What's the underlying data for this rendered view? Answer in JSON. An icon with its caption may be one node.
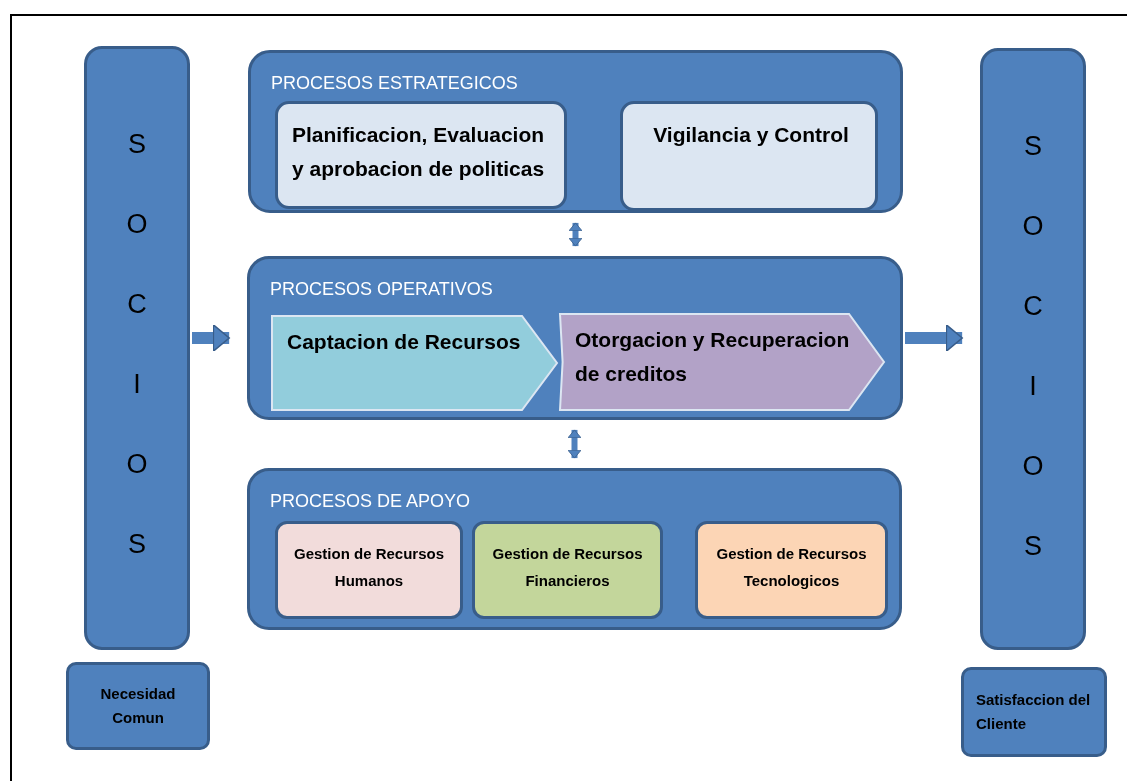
{
  "diagram": {
    "nodes": [
      {
        "text": [
          "S O C I O S"
        ]
      },
      {
        "text": [
          "Necesidad Comun"
        ]
      },
      {
        "text": [
          "PROCESOS ESTRATEGICOS"
        ]
      },
      {
        "text": [
          "Planificacion, Evaluacion y aprobacion de politicas"
        ],
        "in": 2
      },
      {
        "text": [
          "Vigilancia y Control"
        ],
        "in": 2
      },
      {
        "text": [
          "PROCESOS OPERATIVOS"
        ]
      },
      {
        "text": [
          "Captacion de Recursos"
        ],
        "in": 5
      },
      {
        "text": [
          "Otorgacion y Recuperacion de creditos"
        ],
        "in": 5
      },
      {
        "text": [
          "PROCESOS DE APOYO"
        ]
      },
      {
        "text": [
          "Gestion de Recursos Humanos"
        ],
        "in": 8
      },
      {
        "text": [
          "Gestion de Recursos Financieros"
        ],
        "in": 8
      },
      {
        "text": [
          "Gestion de Recursos Tecnologicos"
        ],
        "in": 8
      },
      {
        "text": [
          "S O C I O S"
        ]
      },
      {
        "text": [
          "Satisfaccion del Cliente"
        ]
      }
    ],
    "edges": [
      {
        "from": 0,
        "to": 5,
        "arrow": "to",
        "style": "thick"
      },
      {
        "from": 5,
        "to": 12,
        "arrow": "to",
        "style": "thick"
      },
      {
        "from": 2,
        "to": 5,
        "arrow": "both"
      },
      {
        "from": 5,
        "to": 8,
        "arrow": "both"
      }
    ]
  }
}
